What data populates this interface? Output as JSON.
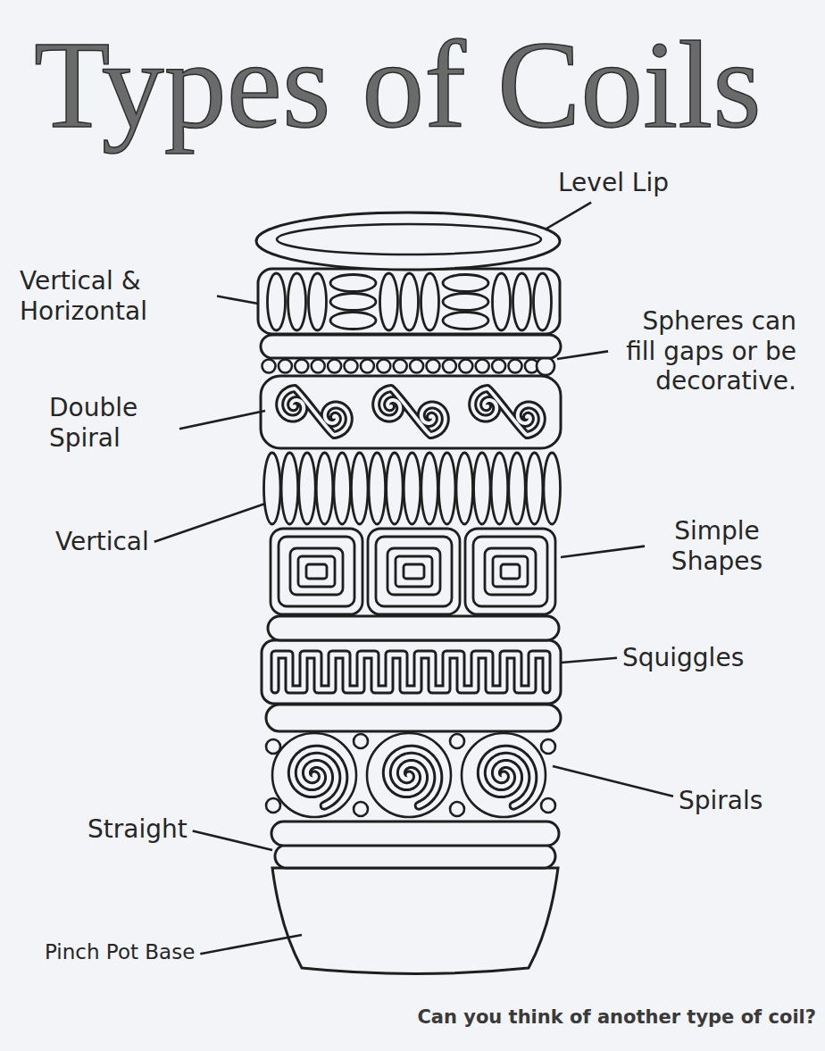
{
  "diagram": {
    "title": "Types of Coils",
    "caption": "Can you think of another type of coil?",
    "labels": [
      "Level Lip",
      "Vertical & Horizontal",
      "Spheres can fill gaps or be decorative.",
      "Double Spiral",
      "Vertical",
      "Simple Shapes",
      "Squiggles",
      "Spirals",
      "Straight",
      "Pinch Pot Base"
    ]
  }
}
